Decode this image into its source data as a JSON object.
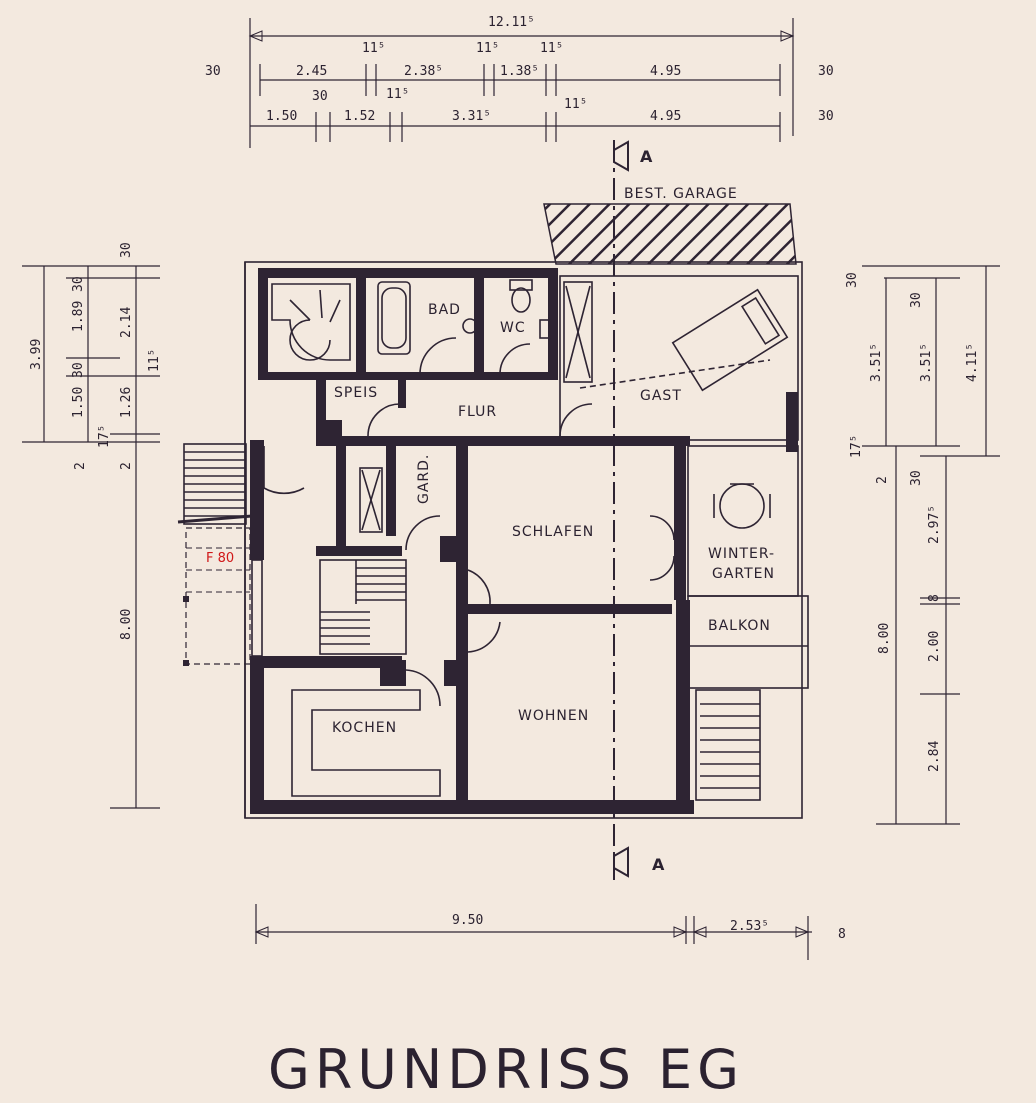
{
  "drawing": {
    "title": "GRUNDRISS EG",
    "section_marker": "A",
    "note_red": "F 80"
  },
  "rooms": {
    "bad": "BAD",
    "wc": "WC",
    "speis": "SPEIS",
    "flur": "FLUR",
    "gast": "GAST",
    "gard": "GARD.",
    "schlafen": "SCHLAFEN",
    "winter_1": "WINTER-",
    "winter_2": "GARTEN",
    "balkon": "BALKON",
    "kochen": "KOCHEN",
    "wohnen": "WOHNEN",
    "garage": "BEST. GARAGE"
  },
  "dims_top": {
    "total": "12.11⁵",
    "r1_left": "30",
    "r1_right": "30",
    "r1_a": "2.45",
    "r1_b": "2.38⁵",
    "r1_c": "1.38⁵",
    "r1_d": "4.95",
    "r1_s1": "11⁵",
    "r1_s2": "11⁵",
    "r1_s3": "11⁵",
    "r2_a": "1.50",
    "r2_s0": "30",
    "r2_b": "1.52",
    "r2_s1": "11⁵",
    "r2_c": "3.31⁵",
    "r2_s2": "11⁵",
    "r2_d": "4.95",
    "r2_right": "30"
  },
  "dims_left": {
    "total_top": "3.99",
    "a": "1.89",
    "b": "2.14",
    "c": "1.50",
    "d": "1.26",
    "s30a": "30",
    "s30b": "30",
    "s30c": "30",
    "s11": "11⁵",
    "s17": "17⁵",
    "two_a": "2",
    "two_b": "2",
    "lower": "8.00"
  },
  "dims_right": {
    "s30a": "30",
    "s30b": "30",
    "s30c": "30",
    "a": "3.51⁵",
    "b": "3.51⁵",
    "c": "4.11⁵",
    "s17": "17⁵",
    "two": "2",
    "d": "2.97⁵",
    "e": "8",
    "f": "2.00",
    "g": "2.84",
    "lower": "8.00"
  },
  "dims_bottom": {
    "a": "9.50",
    "b": "2.53⁵",
    "c": "8"
  }
}
